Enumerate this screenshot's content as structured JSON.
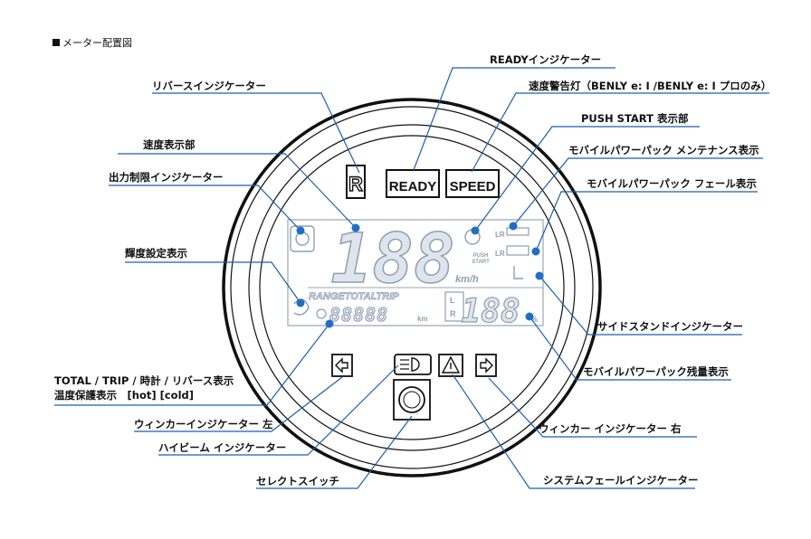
{
  "title": "メーター配置図",
  "labels": {
    "reverse_indicator": "リバースインジケーター",
    "speed_display": "速度表示部",
    "output_limit_indicator": "出力制限インジケーター",
    "brightness_setting": "輝度設定表示",
    "total_trip": "TOTAL / TRIP / 時計 / リバース表示\n温度保護表示　[hot] [cold]",
    "winker_left": "ウィンカーインジケーター 左",
    "high_beam": "ハイビーム インジケーター",
    "select_switch": "セレクトスイッチ",
    "ready_indicator": "READYインジケーター",
    "speed_warning": "速度警告灯（BENLY e: I /BENLY e: I プロのみ）",
    "push_start": "PUSH START 表示部",
    "maintenance": "モバイルパワーパック メンテナンス表示",
    "fail_display": "モバイルパワーパック フェール表示",
    "side_stand": "サイドスタンドインジケーター",
    "battery_level": "モバイルパワーパック残量表示",
    "winker_right": "ウィンカー インジケーター 右",
    "system_fail": "システムフェールインジケーター"
  },
  "meter": {
    "r_mark": "R",
    "ready": "READY",
    "speed": "SPEED",
    "digits": "188",
    "unit": "km/h",
    "range_text": "RANGETOTALTRIP",
    "odo_digits": "88888",
    "odo_unit": "km",
    "battery_digits": "188",
    "battery_unit": "%",
    "lr_left": "L",
    "lr_right": "R",
    "push": "PUSH",
    "start": "START"
  },
  "colors": {
    "leader": "#1f5fa8",
    "dot": "#1f6fc4",
    "segment": "#c9d3de",
    "segment_stroke": "#8f9eb0",
    "ring": "#111111"
  }
}
